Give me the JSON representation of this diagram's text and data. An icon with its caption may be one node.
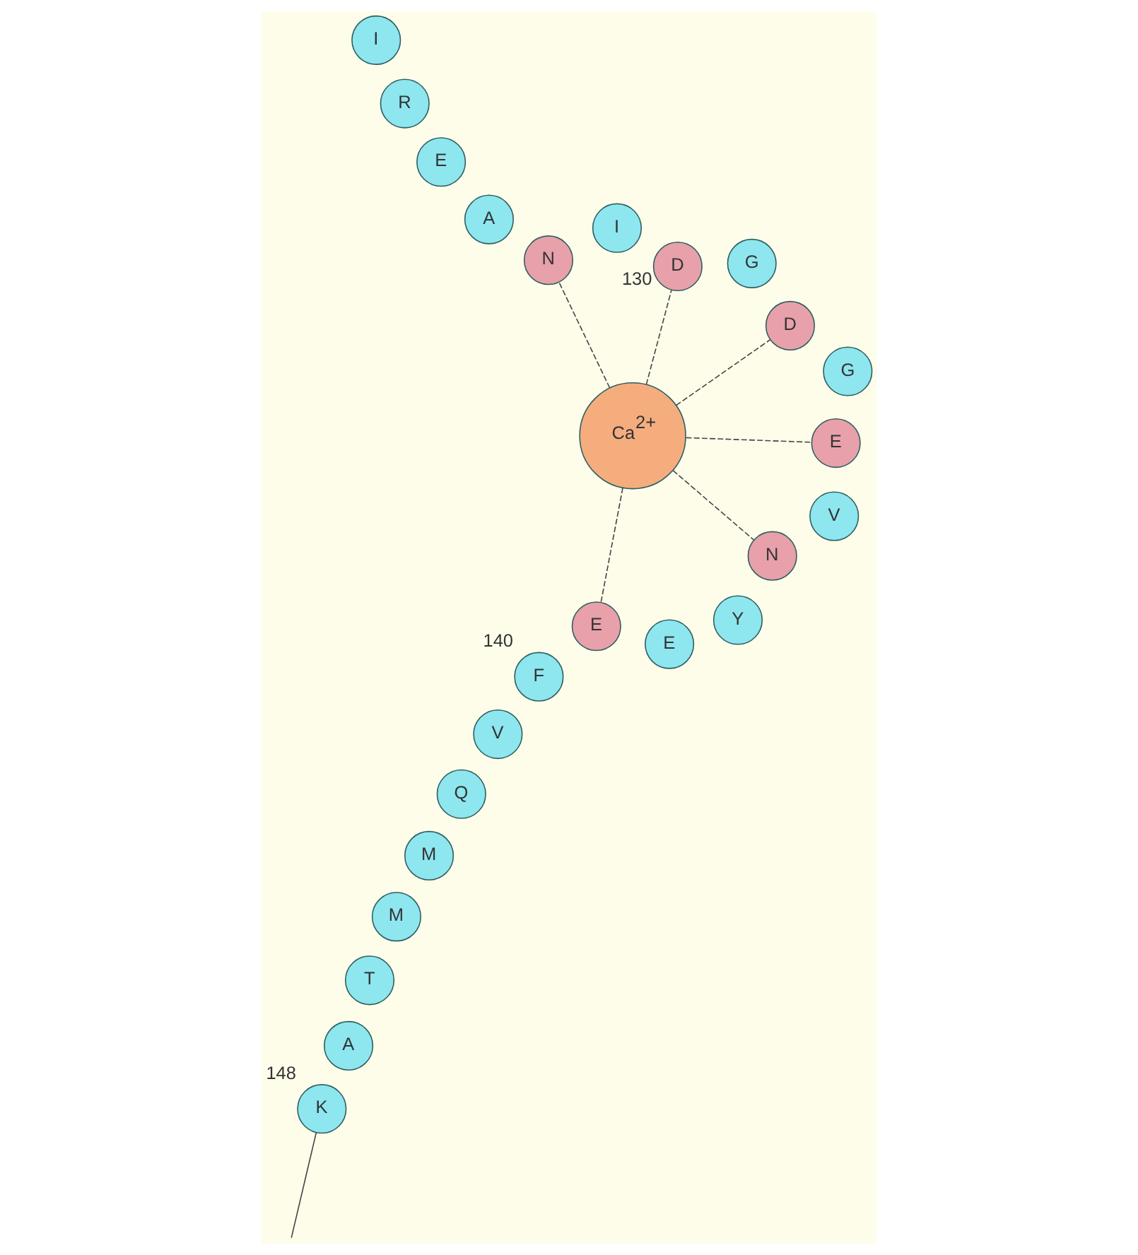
{
  "diagram": {
    "nodes": [
      {
        "text": [
          "K"
        ],
        "beside": [
          "148"
        ]
      },
      {
        "text": [
          "A"
        ]
      },
      {
        "text": [
          "T"
        ]
      },
      {
        "text": [
          "M"
        ]
      },
      {
        "text": [
          "M"
        ]
      },
      {
        "text": [
          "Q"
        ]
      },
      {
        "text": [
          "V"
        ]
      },
      {
        "text": [
          "F"
        ],
        "beside": [
          "140"
        ]
      },
      {
        "text": [
          "E"
        ]
      },
      {
        "text": [
          "E"
        ]
      },
      {
        "text": [
          "Y"
        ]
      },
      {
        "text": [
          "N"
        ]
      },
      {
        "text": [
          "V"
        ]
      },
      {
        "text": [
          "E"
        ]
      },
      {
        "text": [
          "G"
        ]
      },
      {
        "text": [
          "D"
        ]
      },
      {
        "text": [
          "G"
        ]
      },
      {
        "text": [
          "D"
        ],
        "beside": [
          "130"
        ]
      },
      {
        "text": [
          "I"
        ]
      },
      {
        "text": [
          "N"
        ]
      },
      {
        "text": [
          "A"
        ]
      },
      {
        "text": [
          "E"
        ]
      },
      {
        "text": [
          "R"
        ]
      },
      {
        "text": [
          "I"
        ]
      },
      {
        "text": [
          "Ca$^{2+}$"
        ]
      }
    ],
    "edges": [
      {
        "from": null,
        "to": 0,
        "arrow": "none"
      },
      {
        "from": 24,
        "to": 8,
        "arrow": "none",
        "style": "dashed"
      },
      {
        "from": 24,
        "to": 11,
        "arrow": "none",
        "style": "dashed"
      },
      {
        "from": 24,
        "to": 13,
        "arrow": "none",
        "style": "dashed"
      },
      {
        "from": 24,
        "to": 15,
        "arrow": "none",
        "style": "dashed"
      },
      {
        "from": 24,
        "to": 17,
        "arrow": "none",
        "style": "dashed"
      },
      {
        "from": 24,
        "to": 19,
        "arrow": "none",
        "style": "dashed"
      }
    ]
  }
}
